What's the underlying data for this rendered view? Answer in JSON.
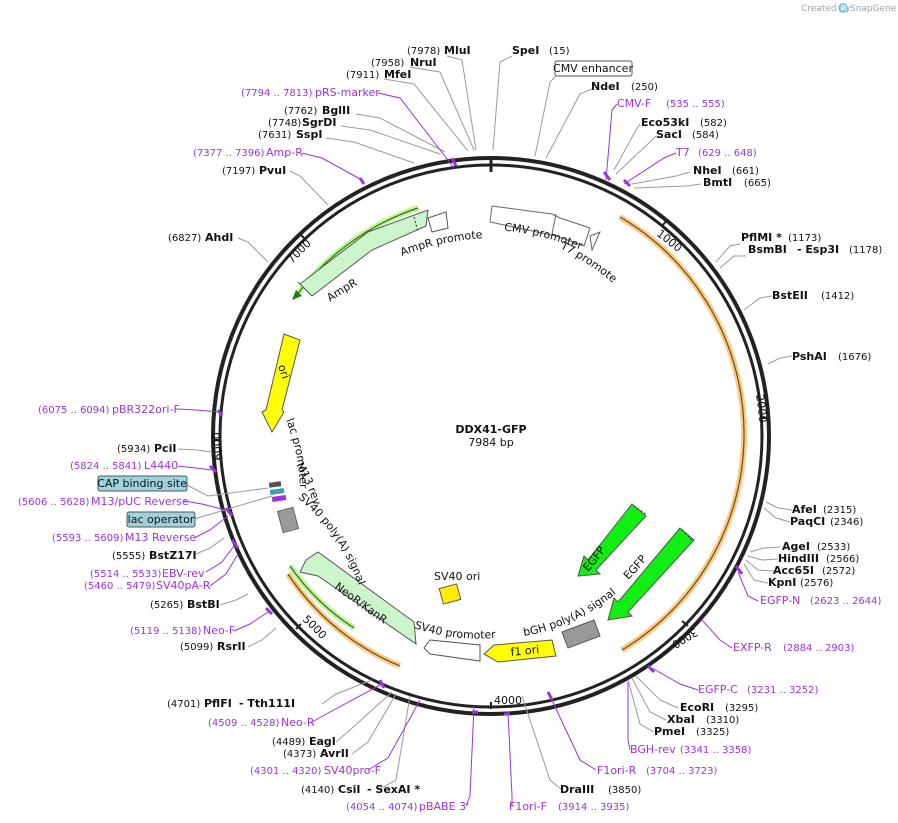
{
  "header": {
    "created_by": "Created by",
    "brand": "SnapGene"
  },
  "title": "DDX41-GFP",
  "length": "7984 bp",
  "ticks": [
    "1000",
    "2000",
    "3000",
    "4000",
    "5000",
    "6000",
    "7000"
  ],
  "sites": [
    {
      "name": "MluI",
      "pos": "(7978)"
    },
    {
      "name": "SpeI",
      "pos": "(15)"
    },
    {
      "name": "NruI",
      "pos": "(7958)"
    },
    {
      "name": "MfeI",
      "pos": "(7911)"
    },
    {
      "name": "NdeI",
      "pos": "(250)"
    },
    {
      "name": "BglII",
      "pos": "(7762)"
    },
    {
      "name": "SgrDI",
      "pos": "(7748)"
    },
    {
      "name": "SspI",
      "pos": "(7631)"
    },
    {
      "name": "Eco53kI",
      "pos": "(582)"
    },
    {
      "name": "SacI",
      "pos": "(584)"
    },
    {
      "name": "PvuI",
      "pos": "(7197)"
    },
    {
      "name": "NheI",
      "pos": "(661)"
    },
    {
      "name": "BmtI",
      "pos": "(665)"
    },
    {
      "name": "AhdI",
      "pos": "(6827)"
    },
    {
      "name": "PflMI *",
      "pos": "(1173)"
    },
    {
      "name": "BsmBI",
      "pos": ""
    },
    {
      "name": "Esp3I",
      "pos": "(1178)"
    },
    {
      "name": "BstEII",
      "pos": "(1412)"
    },
    {
      "name": "PshAI",
      "pos": "(1676)"
    },
    {
      "name": "PciI",
      "pos": "(5934)"
    },
    {
      "name": "AfeI",
      "pos": "(2315)"
    },
    {
      "name": "PaqCI",
      "pos": "(2346)"
    },
    {
      "name": "BstZ17I",
      "pos": "(5555)"
    },
    {
      "name": "AgeI",
      "pos": "(2533)"
    },
    {
      "name": "HindIII",
      "pos": "(2566)"
    },
    {
      "name": "Acc65I",
      "pos": "(2572)"
    },
    {
      "name": "KpnI",
      "pos": "(2576)"
    },
    {
      "name": "BstBI",
      "pos": "(5265)"
    },
    {
      "name": "RsrII",
      "pos": "(5099)"
    },
    {
      "name": "EcoRI",
      "pos": "(3295)"
    },
    {
      "name": "XbaI",
      "pos": "(3310)"
    },
    {
      "name": "PmeI",
      "pos": "(3325)"
    },
    {
      "name": "PflFI",
      "pos": "(4701)"
    },
    {
      "name": "Tth111I",
      "pos": ""
    },
    {
      "name": "EagI",
      "pos": "(4489)"
    },
    {
      "name": "AvrII",
      "pos": "(4373)"
    },
    {
      "name": "CsiI",
      "pos": "(4140)"
    },
    {
      "name": "SexAI *",
      "pos": ""
    },
    {
      "name": "DraIII",
      "pos": "(3850)"
    }
  ],
  "primers": [
    {
      "name": "pRS-marker",
      "range": "(7794 .. 7813)"
    },
    {
      "name": "CMV-F",
      "range": "(535 .. 555)"
    },
    {
      "name": "Amp-R",
      "range": "(7377 .. 7396)"
    },
    {
      "name": "T7",
      "range": "(629 .. 648)"
    },
    {
      "name": "pBR322ori-F",
      "range": "(6075 .. 6094)"
    },
    {
      "name": "L4440",
      "range": "(5824 .. 5841)"
    },
    {
      "name": "M13/pUC Reverse",
      "range": "(5606 .. 5628)"
    },
    {
      "name": "M13 Reverse",
      "range": "(5593 .. 5609)"
    },
    {
      "name": "EBV-rev",
      "range": "(5514 .. 5533)"
    },
    {
      "name": "SV40pA-R",
      "range": "(5460 .. 5479)"
    },
    {
      "name": "EGFP-N",
      "range": "(2623 .. 2644)"
    },
    {
      "name": "Neo-F",
      "range": "(5119 .. 5138)"
    },
    {
      "name": "EXFP-R",
      "range": "(2884 .. 2903)"
    },
    {
      "name": "EGFP-C",
      "range": "(3231 .. 3252)"
    },
    {
      "name": "Neo-R",
      "range": "(4509 .. 4528)"
    },
    {
      "name": "BGH-rev",
      "range": "(3341 .. 3358)"
    },
    {
      "name": "SV40pro-F",
      "range": "(4301 .. 4320)"
    },
    {
      "name": "F1ori-R",
      "range": "(3704 .. 3723)"
    },
    {
      "name": "pBABE 3'",
      "range": "(4054 .. 4074)"
    },
    {
      "name": "F1ori-F",
      "range": "(3914 .. 3935)"
    }
  ],
  "boxes": {
    "cmv_enhancer": "CMV enhancer",
    "cap_site": "CAP binding site",
    "lac_operator": "lac operator"
  },
  "features": {
    "cmv_promoter": "CMV promoter",
    "t7_promoter": "T7 promoter",
    "ampr_promoter": "AmpR promoter",
    "ampr": "AmpR",
    "ori": "ori",
    "lac_promoter": "lac promoter",
    "m13_rev": "M13 rev",
    "sv40_polya": "SV40 poly(A) signal",
    "neor": "NeoR/KanR",
    "sv40_promoter": "SV40 promoter",
    "sv40_ori": "SV40 ori",
    "f1_ori": "f1 ori",
    "bgh_polya": "bGH poly(A) signal",
    "egfp_1": "EGFP",
    "egfp_2": "EGFP"
  },
  "colors": {
    "backbone": "#222222",
    "ampr": "#ccf5cc",
    "arrow_green": "#11ee11",
    "ori": "#ffff00",
    "sv40_ori": "#ffee00",
    "gray_feature": "#999999",
    "primer": "#9b33d9",
    "highlight_orange": "#f5a623",
    "box_fill": "#9ed3dd"
  }
}
